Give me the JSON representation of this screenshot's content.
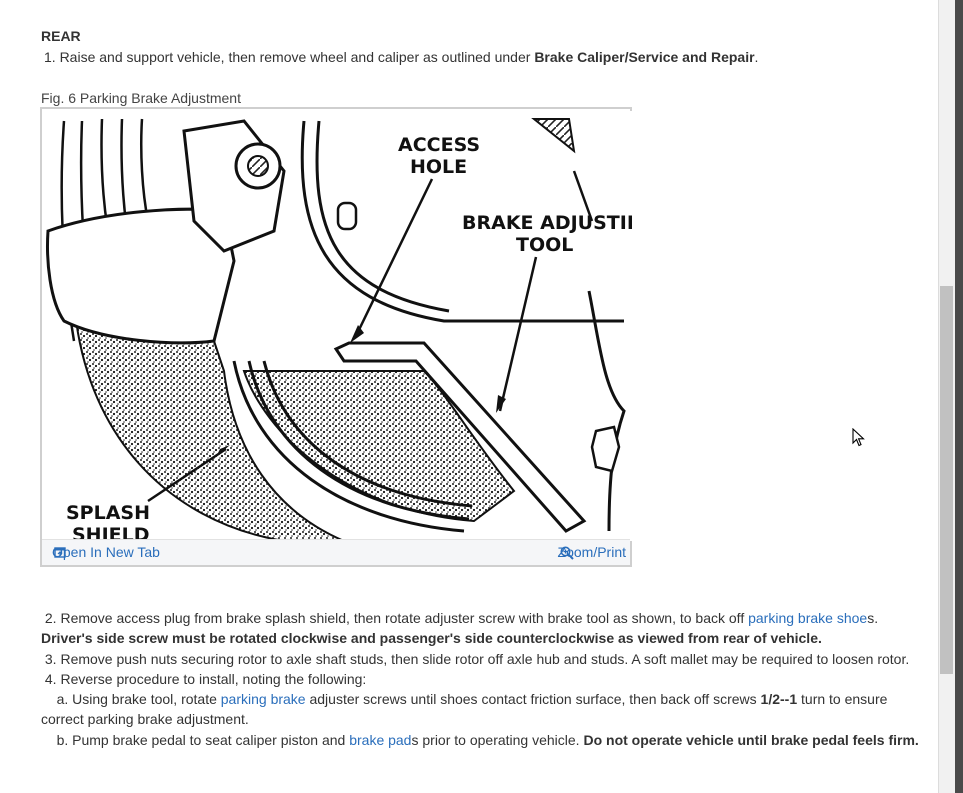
{
  "section": {
    "heading": "REAR",
    "step1_prefix": "1. Raise and support vehicle, then remove wheel and caliper as outlined under ",
    "step1_bold": "Brake Caliper/Service and Repair",
    "step1_suffix": "."
  },
  "figure": {
    "caption": "Fig. 6 Parking Brake Adjustment",
    "labels": {
      "access_line1": "ACCESS",
      "access_line2": "HOLE",
      "tool_line1": "BRAKE ADJUSTING",
      "tool_line2": "TOOL",
      "splash_line1": "SPLASH",
      "splash_line2": "SHIELD"
    },
    "open_tab_label": "Open In New Tab",
    "zoom_label": "Zoom/Print"
  },
  "steps": {
    "s2_a": "2. Remove access plug from brake splash shield, then rotate adjuster screw with brake tool as shown, to back off ",
    "s2_link": "parking brake shoe",
    "s2_b": "s.",
    "s2_bold": "Driver's side screw must be rotated clockwise and passenger's side counterclockwise as viewed from rear of vehicle.",
    "s3": "3. Remove push nuts securing rotor to axle shaft studs, then slide rotor off axle hub and studs. A soft mallet may be required to loosen rotor.",
    "s4": "4. Reverse procedure to install, noting the following:",
    "s4a_a": "a. Using brake tool, rotate ",
    "s4a_link": "parking brake",
    "s4a_b": " adjuster screws until shoes contact friction surface, then back off screws ",
    "s4a_bold": "1/2--1",
    "s4a_c": " turn to ensure correct parking brake adjustment.",
    "s4b_a": "b. Pump brake pedal to seat caliper piston and ",
    "s4b_link": "brake pad",
    "s4b_b": "s prior to operating vehicle. ",
    "s4b_bold": "Do not operate vehicle until brake pedal feels firm."
  },
  "colors": {
    "link": "#2a6ebb",
    "text": "#333333"
  }
}
